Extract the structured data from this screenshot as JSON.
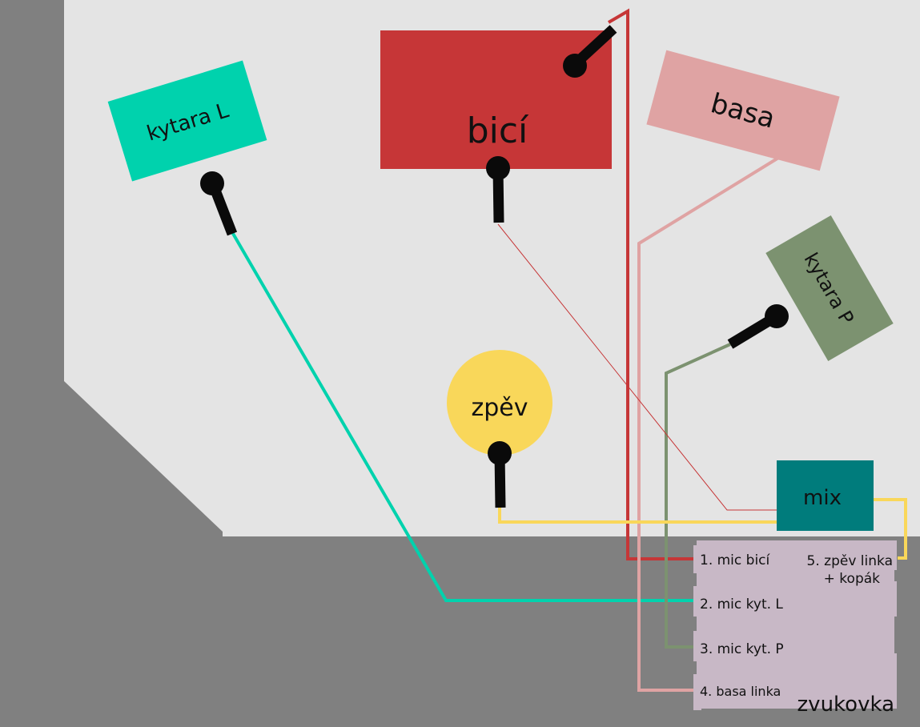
{
  "stage_plan": {
    "instruments": {
      "guitar_left": "kytara L",
      "drums": "bicí",
      "bass": "basa",
      "guitar_right": "kytara P",
      "vocals": "zpěv"
    },
    "mix": {
      "label": "mix"
    },
    "interface": {
      "label": "zvukovka",
      "inputs": [
        "1. mic bicí",
        "2. mic kyt. L",
        "3. mic kyt. P",
        "4. basa linka"
      ],
      "input5_line1": "5. zpěv linka",
      "input5_line2": "+ kopák"
    },
    "colors": {
      "background": "#808080",
      "stage_floor": "#e4e4e4",
      "guitar_left": "#00d2ad",
      "drums": "#c63637",
      "bass": "#dfa3a3",
      "guitar_right": "#7c9270",
      "vocals": "#f9d75a",
      "mix": "#007c7c",
      "interface": "#c8b8c6",
      "mic": "#0a0a0a"
    }
  }
}
